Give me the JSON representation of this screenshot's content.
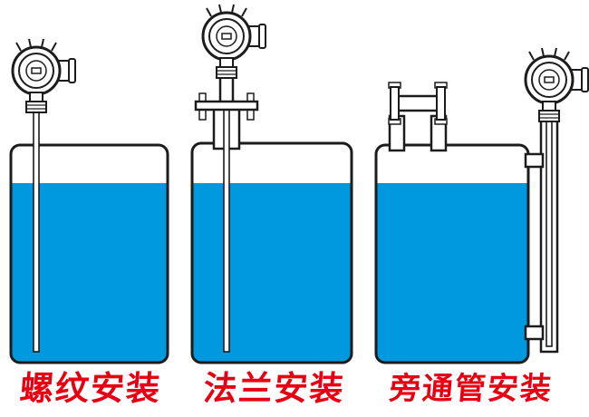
{
  "sections": [
    {
      "name": "threaded-installation",
      "label": "螺纹安装"
    },
    {
      "name": "flange-installation",
      "label": "法兰安装"
    },
    {
      "name": "bypass-pipe-installation",
      "label": "旁通管安装"
    }
  ],
  "colors": {
    "liquid": "#0099e0",
    "outline": "#1c1c1c",
    "label_red": "#e60012",
    "background": "#ffffff"
  }
}
